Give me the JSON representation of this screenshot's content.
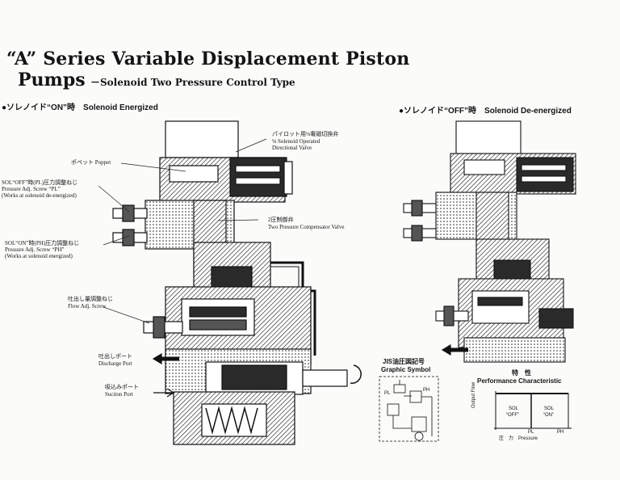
{
  "header": {
    "title_line1": "“A” Series Variable Displacement Piston",
    "title_line2": "Pumps",
    "subtitle": "－Solenoid Two Pressure Control Type"
  },
  "left_diagram": {
    "heading": "●ソレノイド“ON”時　Solenoid Energized",
    "labels": {
      "pilot_jp": "パイロット用⅛電磁切換弁",
      "pilot_en1": "⅛ Solenoid Operated",
      "pilot_en2": "Directional Valve",
      "poppet": "ポペット  Poppet",
      "sol_off_jp": "SOL“OFF”時(PL)圧力調整ねじ",
      "sol_off_en1": "Pressure Adj. Screw “PL”",
      "sol_off_en2": "(Works at solenoid de-energized)",
      "two_press_jp": "2圧制御弁",
      "two_press_en": "Two Pressure Compensator Valve",
      "sol_on_jp": "SOL“ON”時(PH)圧力調整ねじ",
      "sol_on_en1": "Pressure Adj. Screw “PH”",
      "sol_on_en2": "(Works at solenoid energized)",
      "flow_jp": "吐出し量調整ねじ",
      "flow_en": "Flow Adj. Screw",
      "discharge_jp": "吐出しポート",
      "discharge_en": "Discharge Port",
      "suction_jp": "吸込みポート",
      "suction_en": "Suction Port"
    }
  },
  "right_diagram": {
    "heading": "●ソレノイド“OFF”時　Solenoid De-energized"
  },
  "graphic_symbol": {
    "title_jp": "JIS油圧図記号",
    "title_en": "Graphic Symbol",
    "labels": [
      "PL",
      "PH"
    ]
  },
  "performance": {
    "title_jp": "特　性",
    "title_en": "Performance Characteristic",
    "y_label": "Output Flow",
    "x_label": "圧　力　Pressure",
    "region_off_1": "SOL",
    "region_off_2": "“OFF”",
    "region_on_1": "SOL",
    "region_on_2": "“ON”",
    "x_tick_pl": "PL",
    "x_tick_ph": "PH"
  }
}
